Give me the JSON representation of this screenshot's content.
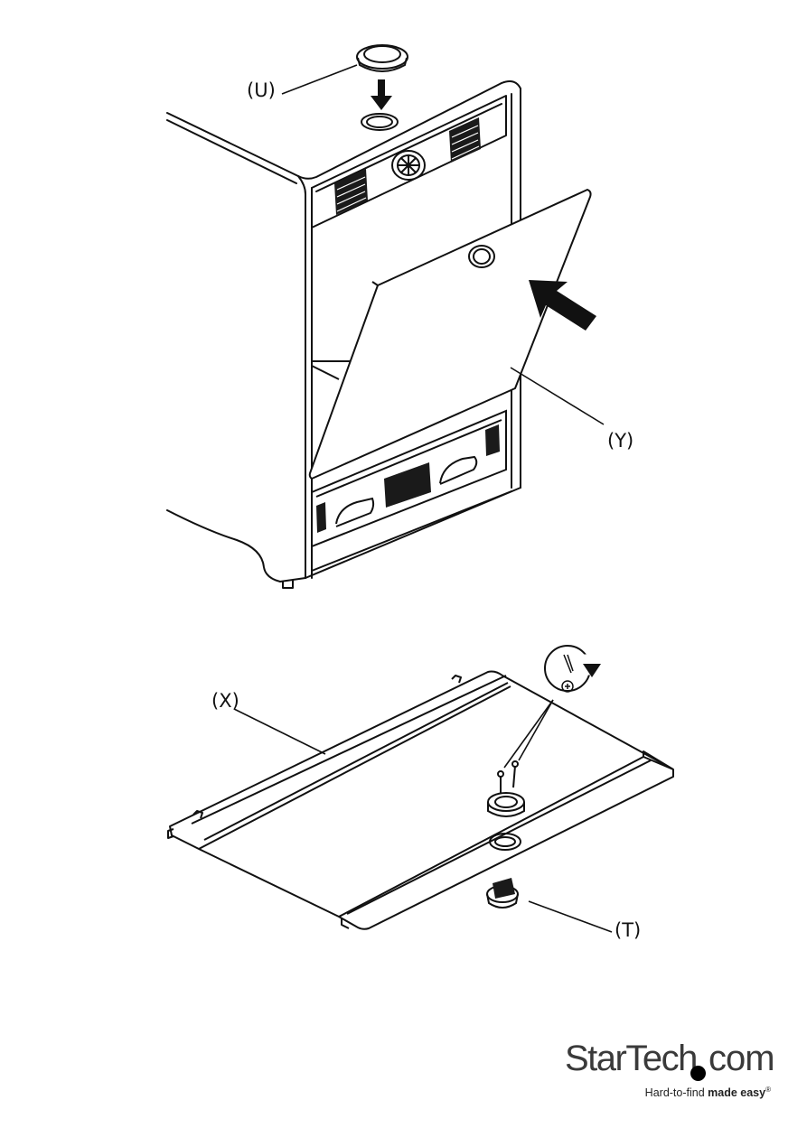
{
  "labels": {
    "u": "(U)",
    "y": "(Y)",
    "x": "(X)",
    "t": "(T)"
  },
  "logo": {
    "name_part": "StarTech",
    "tld_part": "com",
    "tagline_regular": "Hard-to-find ",
    "tagline_bold": "made easy",
    "trademark": "®"
  },
  "icons": {
    "push_arrow": "arrow-down-icon",
    "insert_arrow": "arrow-diagonal-icon",
    "rotate": "screwdriver-rotate-icon"
  }
}
